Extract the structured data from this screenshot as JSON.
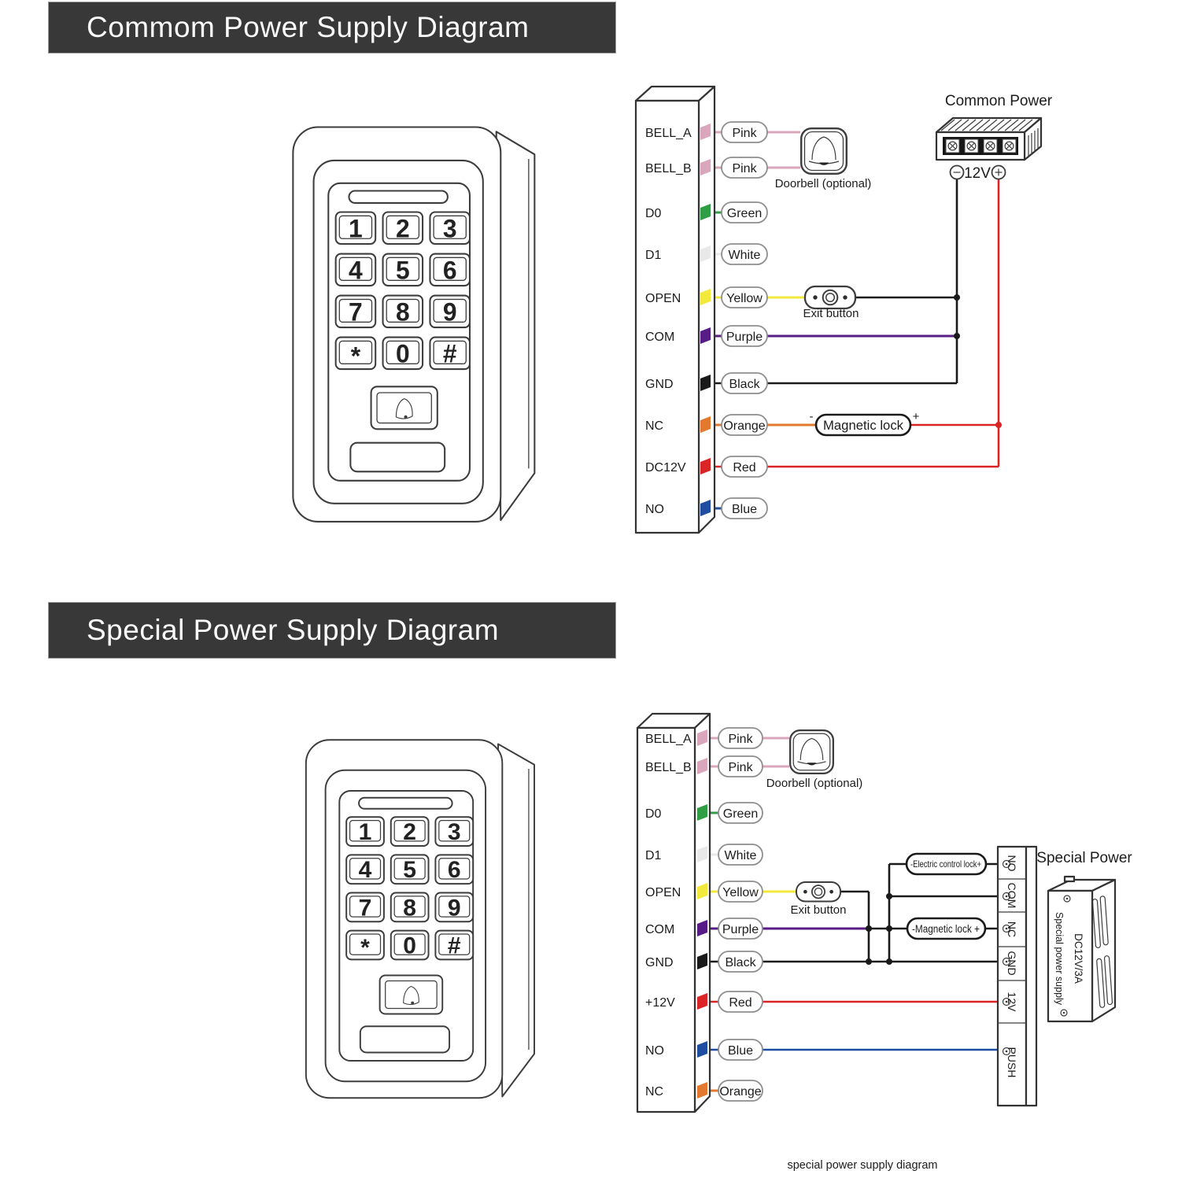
{
  "colors": {
    "header_bg": "#383838",
    "pink": "#d9a6bb",
    "green": "#2f9e45",
    "white": "#e9e9e9",
    "yellow": "#f2e93c",
    "purple": "#571c86",
    "black": "#1a1a1a",
    "orange": "#e2792e",
    "red": "#d92525",
    "blue": "#1f4da1"
  },
  "keypad": {
    "keys": [
      "1",
      "2",
      "3",
      "4",
      "5",
      "6",
      "7",
      "8",
      "9",
      "*",
      "0",
      "#"
    ]
  },
  "common": {
    "header": "Commom Power Supply Diagram",
    "terminals": [
      {
        "name": "BELL_A",
        "color_label": "Pink"
      },
      {
        "name": "BELL_B",
        "color_label": "Pink"
      },
      {
        "name": "D0",
        "color_label": "Green"
      },
      {
        "name": "D1",
        "color_label": "White"
      },
      {
        "name": "OPEN",
        "color_label": "Yellow"
      },
      {
        "name": "COM",
        "color_label": "Purple"
      },
      {
        "name": "GND",
        "color_label": "Black"
      },
      {
        "name": "NC",
        "color_label": "Orange"
      },
      {
        "name": "DC12V",
        "color_label": "Red"
      },
      {
        "name": "NO",
        "color_label": "Blue"
      }
    ],
    "doorbell_label": "Doorbell (optional)",
    "exit_label": "Exit button",
    "maglock_label": "Magnetic lock",
    "maglock_minus": "-",
    "maglock_plus": "+",
    "power": {
      "title": "Common Power",
      "voltage": "12V"
    }
  },
  "special": {
    "header": "Special Power Supply Diagram",
    "terminals": [
      {
        "name": "BELL_A",
        "color_label": "Pink"
      },
      {
        "name": "BELL_B",
        "color_label": "Pink"
      },
      {
        "name": "D0",
        "color_label": "Green"
      },
      {
        "name": "D1",
        "color_label": "White"
      },
      {
        "name": "OPEN",
        "color_label": "Yellow"
      },
      {
        "name": "COM",
        "color_label": "Purple"
      },
      {
        "name": "GND",
        "color_label": "Black"
      },
      {
        "name": "+12V",
        "color_label": "Red"
      },
      {
        "name": "NO",
        "color_label": "Blue"
      },
      {
        "name": "NC",
        "color_label": "Orange"
      }
    ],
    "doorbell_label": "Doorbell (optional)",
    "exit_label": "Exit button",
    "elock_label": "-Electric control lock+",
    "maglock_label": "-Magnetic lock +",
    "strip_terminals": [
      "NO",
      "COM",
      "NC",
      "GND",
      "12V",
      "PUSH"
    ],
    "power": {
      "title": "Special Power",
      "model": "DC12V/3A",
      "desc": "Special power supply"
    },
    "caption": "special power supply diagram"
  }
}
